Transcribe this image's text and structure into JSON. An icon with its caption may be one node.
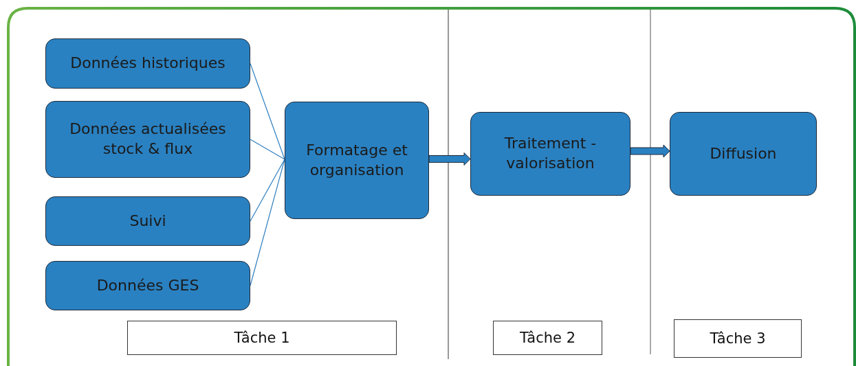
{
  "diagram": {
    "nodes": [
      {
        "text": [
          "Données historiques"
        ]
      },
      {
        "text": [
          "Données actualisées stock & flux"
        ]
      },
      {
        "text": [
          "Suivi"
        ]
      },
      {
        "text": [
          "Données GES"
        ]
      },
      {
        "text": [
          "Formatage et organisation"
        ]
      },
      {
        "text": [
          "Traitement - valorisation"
        ]
      },
      {
        "text": [
          "Diffusion"
        ]
      },
      {
        "text": [
          "Tâche 1"
        ]
      },
      {
        "text": [
          "Tâche 2"
        ]
      },
      {
        "text": [
          "Tâche 3"
        ]
      }
    ],
    "edges": [
      {
        "from": 0,
        "to": 4,
        "arrow": "none"
      },
      {
        "from": 1,
        "to": 4,
        "arrow": "none"
      },
      {
        "from": 2,
        "to": 4,
        "arrow": "none"
      },
      {
        "from": 3,
        "to": 4,
        "arrow": "none"
      },
      {
        "from": 4,
        "to": 5,
        "arrow": "to",
        "style": "thick"
      },
      {
        "from": 5,
        "to": 6,
        "arrow": "to",
        "style": "thick"
      }
    ]
  }
}
